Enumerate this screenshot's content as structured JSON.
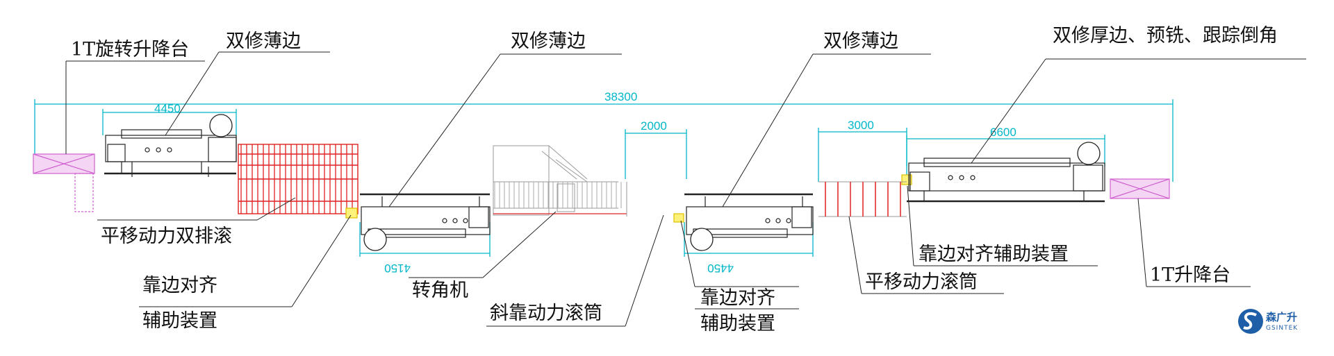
{
  "labels": {
    "rotary_lift": "1T旋转升降台",
    "thin_edge_1": "双修薄边",
    "thin_edge_2": "双修薄边",
    "thin_edge_3": "双修薄边",
    "thick_edge": "双修厚边、预铣、跟踪倒角",
    "double_roller": "平移动力双排滚",
    "align_1_line1": "靠边对齐",
    "align_1_line2": "辅助装置",
    "corner": "转角机",
    "oblique_roller": "斜靠动力滚筒",
    "align_2_line1": "靠边对齐",
    "align_2_line2": "辅助装置",
    "align_3": "靠边对齐辅助装置",
    "transfer_roller": "平移动力滚筒",
    "lift": "1T升降台"
  },
  "dimensions": {
    "total": "38300",
    "d1": "4450",
    "d2": "4150",
    "d3": "2000",
    "d4": "4450",
    "d5": "3000",
    "d6": "6600"
  },
  "logo": {
    "cn": "森广升",
    "en": "GSINTEK",
    "color": "#1f5fa8"
  },
  "colors": {
    "dimension": "#00b7c9",
    "roller": "#e02020",
    "lift": "#d060d0",
    "marker": "#f0d000"
  }
}
